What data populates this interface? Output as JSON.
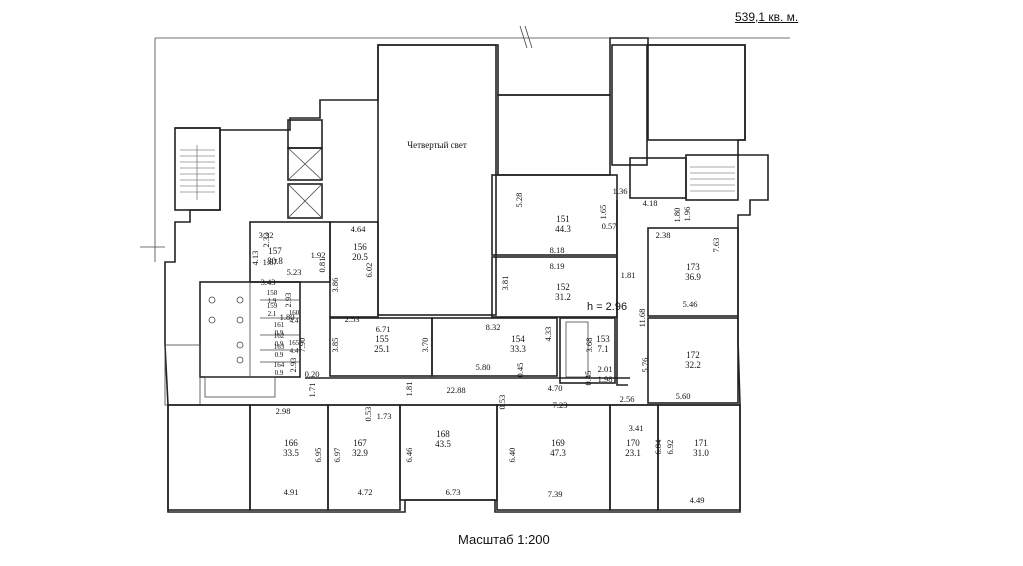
{
  "header": {
    "total_area": "539,1 кв. м."
  },
  "footer": {
    "scale": "Масштаб 1:200"
  },
  "labels": {
    "atrium": "Четвертый свет",
    "height": "h = 2.96"
  },
  "rooms": [
    {
      "id": "157",
      "num": "157",
      "area": "80.8"
    },
    {
      "id": "156",
      "num": "156",
      "area": "20.5"
    },
    {
      "id": "151",
      "num": "151",
      "area": "44.3"
    },
    {
      "id": "152",
      "num": "152",
      "area": "31.2"
    },
    {
      "id": "155",
      "num": "155",
      "area": "25.1"
    },
    {
      "id": "154",
      "num": "154",
      "area": "33.3"
    },
    {
      "id": "153",
      "num": "153",
      "area": "7.1"
    },
    {
      "id": "173",
      "num": "173",
      "area": "36.9"
    },
    {
      "id": "172",
      "num": "172",
      "area": "32.2"
    },
    {
      "id": "166",
      "num": "166",
      "area": "33.5"
    },
    {
      "id": "167",
      "num": "167",
      "area": "32.9"
    },
    {
      "id": "168",
      "num": "168",
      "area": "43.5"
    },
    {
      "id": "169",
      "num": "169",
      "area": "47.3"
    },
    {
      "id": "170",
      "num": "170",
      "area": "23.1"
    },
    {
      "id": "171",
      "num": "171",
      "area": "31.0"
    },
    {
      "id": "158",
      "num": "158",
      "area": "1.9"
    },
    {
      "id": "159",
      "num": "159",
      "area": "2.1"
    },
    {
      "id": "160",
      "num": "160",
      "area": "4.4"
    },
    {
      "id": "161",
      "num": "161",
      "area": "0.9"
    },
    {
      "id": "162",
      "num": "162",
      "area": "0.9"
    },
    {
      "id": "163",
      "num": "163",
      "area": "0.9"
    },
    {
      "id": "164",
      "num": "164",
      "area": "0.9"
    },
    {
      "id": "165",
      "num": "165",
      "area": "4.4"
    }
  ],
  "dimensions": [
    "3.32",
    "2.33",
    "4.64",
    "4.13",
    "1.67",
    "1.92",
    "0.81",
    "5.23",
    "3.43",
    "6.02",
    "3.86",
    "5.28",
    "1.36",
    "1.65",
    "0.57",
    "4.18",
    "1.80",
    "1.96",
    "2.38",
    "7.63",
    "8.18",
    "8.19",
    "3.81",
    "1.81",
    "11.68",
    "5.46",
    "2.93",
    "1.80",
    "7.90",
    "2.53",
    "6.71",
    "3.85",
    "3.70",
    "8.32",
    "4.33",
    "3.68",
    "2.01",
    "5.76",
    "0.45",
    "1.98",
    "0.45",
    "5.60",
    "2.93",
    "0.20",
    "1.71",
    "5.80",
    "1.81",
    "4.70",
    "22.88",
    "0.53",
    "7.23",
    "2.56",
    "2.98",
    "0.53",
    "1.73",
    "3.41",
    "6.95",
    "6.97",
    "6.46",
    "6.40",
    "6.84",
    "6.92",
    "4.91",
    "4.72",
    "6.73",
    "7.39",
    "4.49"
  ]
}
